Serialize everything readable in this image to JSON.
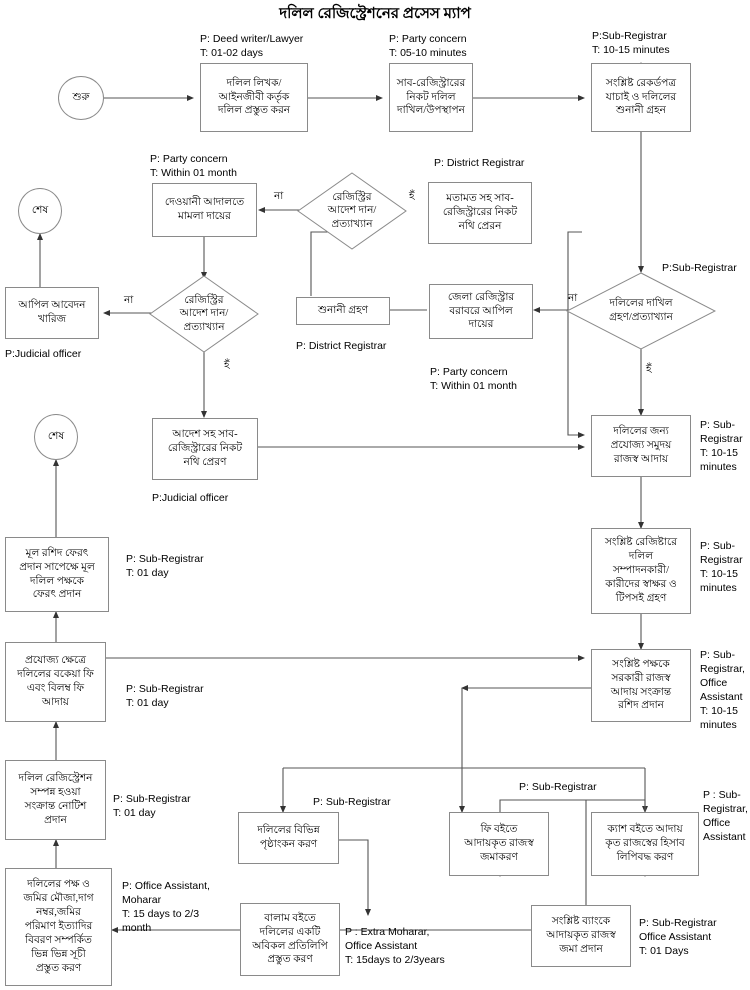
{
  "title": "দলিল রেজিস্ট্রেশনের প্রসেস ম্যাপ",
  "nodes": {
    "start": "শুরু",
    "end_top": "শেষ",
    "end_left": "শেষ",
    "prepare_deed": "দলিল লিখক/\nআইনজীবী কর্তৃক\nদলিল প্রস্তুত করন",
    "submit_deed": "সাব-রেজিস্ট্রারের\nনিকট দলিল\nদাখিল/উপস্থাপন",
    "verify_records": "সংশ্লিষ্ট রেকর্ডপত্র\nযাচাই ও দলিলের\nশুনানী গ্রহন",
    "civil_court_case": "দেওয়ানী আদালতে\nমামলা দায়ের",
    "registrar_order_1": "রেজিস্ট্রির\nআদেশ দান/\nপ্রত্যাখ্যান",
    "registrar_order_2": "রেজিস্ট্রির\nআদেশ দান/\nপ্রত্যাখ্যান",
    "deed_accept_reject": "দলিলের দাখিল\nগ্রহণ/প্রত্যাখ্যান",
    "opinion_send": "মতামত সহ সাব-\nরেজিস্ট্রারের নিকট\nনথি প্রেরন",
    "appeal_dismissed": "আপিল আবেদন\nখারিজ",
    "hearing": "শুনানী গ্রহণ",
    "appeal_dr": "জেলা রেজিস্ট্রার\nবরাবরে আপিল\nদায়ের",
    "order_send_file": "আদেশ সহ সাব-\nরেজিস্ট্রারের নিকট\nনথি প্রেরণ",
    "collect_revenue": "দলিলের জন্য\nপ্রযোজ্য সমুদয়\nরাজস্ব আদায়",
    "signature_collect": "সংশ্লিষ্ট রেজিষ্টারে\nদলিল\nসম্পাদনকারী/\nকারীদের স্বাক্ষর ও\nটিপসই গ্রহণ",
    "receipt_issue": "সংশ্লিষ্ট পক্ষকে\nসরকারী রাজস্ব\nআদায় সংক্রান্ত\nরশিদ প্রদান",
    "return_original": "মূল রশিদ ফেরৎ\nপ্রদান সাপেক্ষে মূল\nদলিল পক্ষকে\nফেরৎ প্রদান",
    "arrear_fee": "প্রযোজ্য ক্ষেত্রে\nদলিলের বকেয়া ফি\nএবং বিলম্ব ফি\nআদায়",
    "notice_complete": "দলিল রেজিস্ট্রেশন\nসম্পন্ন হওয়া\nসংক্রান্ত নোটিশ\nপ্রদান",
    "index_prepare": "দলিলের পক্ষ ও\nজমির মৌজা,দাগ\nনম্বর,জমির\nপরিমাণ ইত্যাদির\nবিবরণ সম্পর্কিত\nভিন্ন ভিন্ন সূচী\nপ্রস্তুত করণ",
    "endorsement": "দলিলের বিভিন্ন\nপৃষ্ঠাংকন করণ",
    "fee_book": "ফি বইতে\nআদায়কৃত রাজস্ব\nজমাকরণ",
    "cash_book": "ক্যাশ বইতে আদায়\nকৃত রাজস্বের হিসাব\nলিপিবদ্ধ করণ",
    "balam_book": "বালাম বইতে\nদলিলের একটি\nঅবিকল প্রতিলিপি\nপ্রস্তুত করণ",
    "bank_deposit": "সংশ্লিষ্ট ব্যাংকে\nআদায়কৃত রাজস্ব\nজমা প্রদান"
  },
  "annotations": {
    "deed_writer": "P: Deed writer/Lawyer\nT: 01-02 days",
    "party_concern_top": "P: Party concern\nT: 05-10 minutes",
    "sub_registrar_top": "P:Sub-Registrar\nT: 10-15 minutes",
    "party_concern_month": "P: Party concern\nT: Within 01 month",
    "district_registrar_top": "P: District Registrar",
    "sub_registrar_diamond": "P:Sub-Registrar",
    "judicial_officer_left": "P:Judicial officer",
    "district_registrar_hearing": "P: District Registrar",
    "party_concern_appeal": "P: Party concern\nT: Within 01 month",
    "judicial_officer_order": "P:Judicial officer",
    "sub_registrar_revenue": "P: Sub-\nRegistrar\nT: 10-15\nminutes",
    "sub_registrar_sign": "P: Sub-\nRegistrar\nT: 10-15\nminutes",
    "sub_registrar_return": "P: Sub-Registrar\nT: 01 day",
    "sub_registrar_receipt": "P: Sub-\nRegistrar,\nOffice\nAssistant\nT: 10-15\nminutes",
    "sub_registrar_arrear": "P: Sub-Registrar\nT: 01 day",
    "sub_registrar_notice": "P: Sub-Registrar\nT: 01 day",
    "office_assistant_moharar": "P: Office Assistant,\nMoharar\nT: 15 days to 2/3\nmonth",
    "sub_registrar_endorse": "P: Sub-Registrar",
    "sub_registrar_feebook": "P: Sub-Registrar",
    "sub_registrar_cashbook": "P : Sub-\nRegistrar,\nOffice\nAssistant",
    "extra_moharar": "P : Extra Moharar,\nOffice Assistant\nT: 15days to 2/3years",
    "sub_registrar_bank": "P: Sub-Registrar\nOffice Assistant\nT: 01 Days"
  },
  "branch_labels": {
    "no_1": "না",
    "yes_1": "হঁ",
    "no_2": "না",
    "yes_2": "হঁ",
    "no_3": "না",
    "yes_3": "হঁ"
  },
  "colors": {
    "stroke": "#8a8a8a",
    "line": "#4d4d4d",
    "text": "#000000",
    "background": "#ffffff"
  }
}
